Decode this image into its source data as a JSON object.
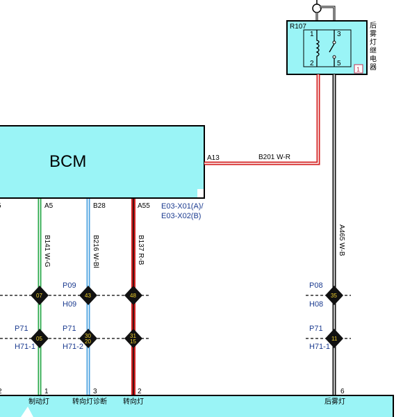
{
  "module": {
    "name": "BCM"
  },
  "connector_ref": {
    "line1": "E03-X01(A)/",
    "line2": "E03-X02(B)"
  },
  "relay": {
    "id": "R107",
    "name_chars": [
      "后",
      "雾",
      "灯",
      "继",
      "电",
      "器"
    ],
    "pins": [
      "1",
      "2",
      "3",
      "5"
    ],
    "badge": "1"
  },
  "wires": {
    "b201": {
      "pin": "A13",
      "label": "B201 W-R"
    },
    "b141": {
      "pin": "A5",
      "label": "B141 W-G"
    },
    "b216": {
      "pin": "B28",
      "label": "B216 W-Bl"
    },
    "b137": {
      "pin": "A55",
      "label": "B137 R-B"
    },
    "a465": {
      "label": "A465 W-B"
    },
    "edge_pin": "5"
  },
  "connectors": {
    "p09": {
      "top": "P09",
      "bottom": "H09"
    },
    "p08": {
      "top": "P08",
      "bottom": "H08"
    },
    "p71_a": {
      "top": "P71",
      "bottom": "H71-1"
    },
    "p71_b": {
      "top": "P71",
      "bottom": "H71-2"
    },
    "p71_c": {
      "top": "P71",
      "bottom": "H71-1"
    }
  },
  "splices": {
    "s1": "07",
    "s2": "43",
    "s3": "48",
    "s4": "35",
    "s5": "05",
    "s6": "30",
    "s6b": "20",
    "s7": "31",
    "s7b": "15",
    "s8": "11"
  },
  "bottom_pins": {
    "p1": "1",
    "p3": "3",
    "p2": "2",
    "p6": "6",
    "edge": "2"
  },
  "bottom_labels": {
    "brake": "制动灯",
    "turn_diag": "转向灯诊断",
    "turn": "转向灯",
    "rear_fog": "后雾灯"
  },
  "colors": {
    "module_fill": "#9af4f6",
    "wire_red": "#d42020",
    "wire_green": "#2aa84a",
    "wire_blue": "#4da3e0",
    "wire_black": "#111111",
    "splice": "#111111",
    "splice_text": "#f2d22e",
    "label_blue": "#1a3a8f"
  }
}
